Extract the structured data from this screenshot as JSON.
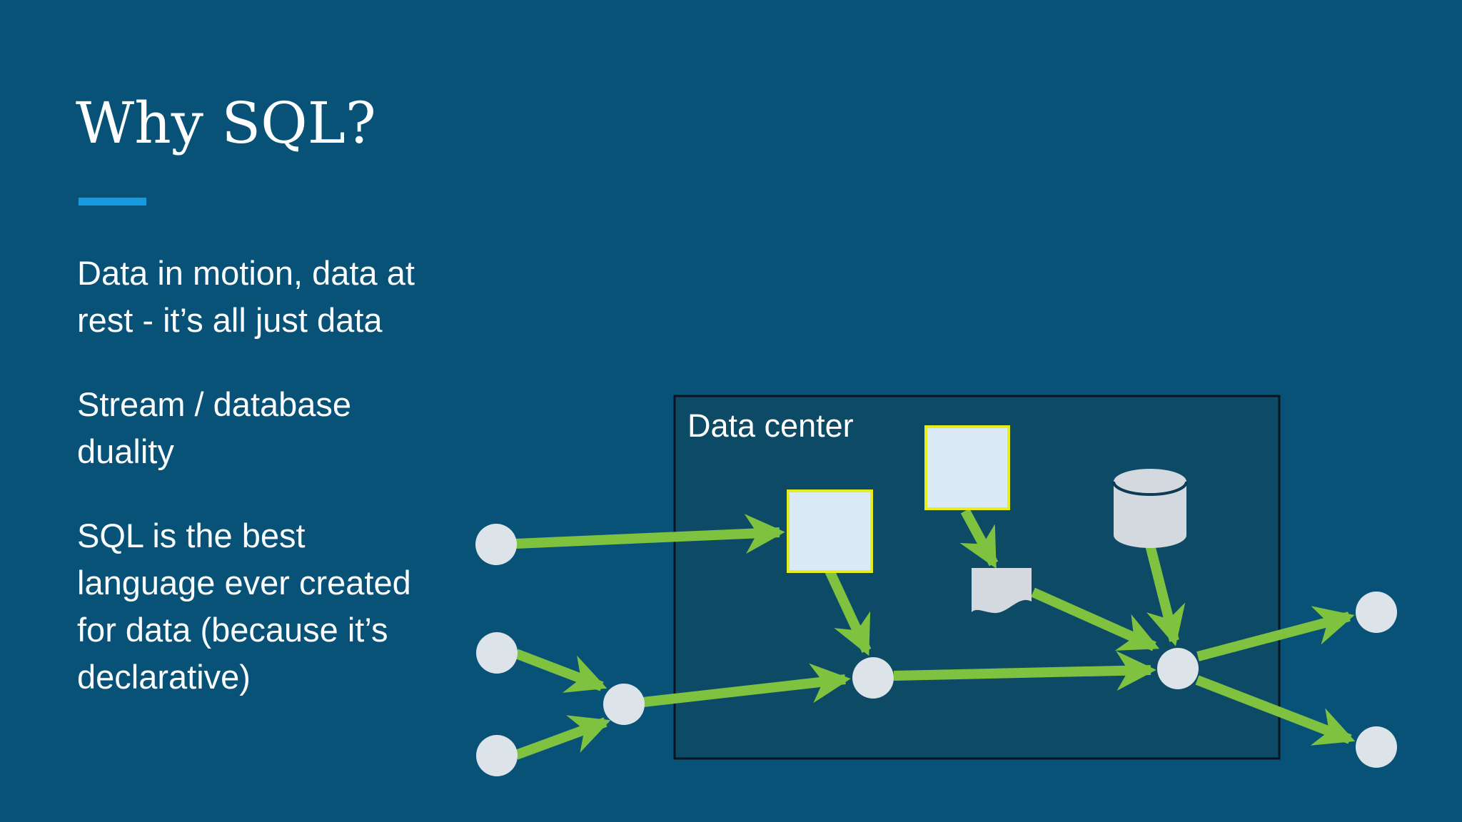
{
  "slide": {
    "title": "Why SQL?",
    "bullets": [
      [
        "Data in motion, data at",
        "rest - it’s all just data"
      ],
      [
        "Stream / database",
        "duality"
      ],
      [
        "SQL is the best",
        "language ever created",
        "for data (because it’s",
        "declarative)"
      ]
    ],
    "diagram": {
      "box_label": "Data center"
    },
    "colors": {
      "background": "#085278",
      "box_fill": "#0d4a66",
      "box_border": "#0a1420",
      "arrow_green": "#7ec23f",
      "square_fill": "#daeaf6",
      "square_border": "#e6ed1d",
      "node_gray": "#dde4e9",
      "cylinder_gray": "#d3d9de",
      "cylinder_rim": "#0b3c55",
      "accent_blue": "#179ade",
      "text_white": "#ffffff"
    }
  }
}
